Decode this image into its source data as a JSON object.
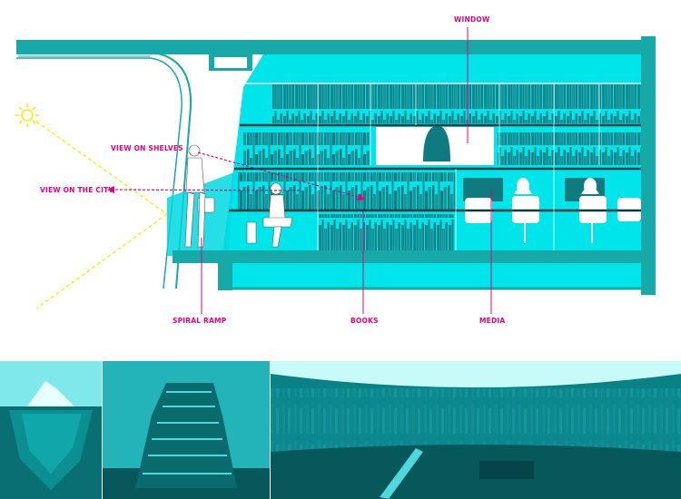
{
  "labels": {
    "window": "WINDOW",
    "view_on_shelves": "VIEW ON SHELVES",
    "view_on_the_city": "VIEW ON THE CITY",
    "spiral_ramp": "SPIRAL RAMP",
    "books": "BOOKS",
    "media": "MEDIA"
  },
  "colors": {
    "accent": "#e6007e",
    "structure": "#17a8a8",
    "glass": "#00e5ea",
    "sun": "#f2f200"
  },
  "photos": [
    {
      "icon": "iceberg-image"
    },
    {
      "icon": "tower-of-babel-image"
    },
    {
      "icon": "circular-library-interior-image"
    }
  ]
}
